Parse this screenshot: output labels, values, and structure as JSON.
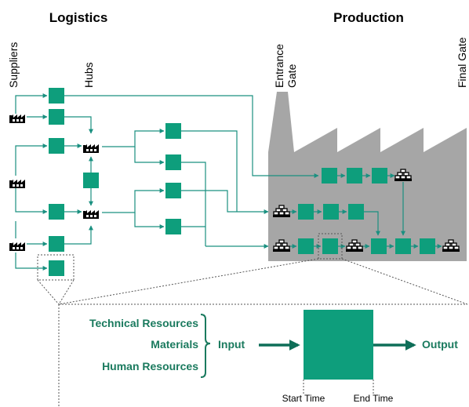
{
  "headings": {
    "logistics": "Logistics",
    "production": "Production"
  },
  "labels": {
    "suppliers": "Suppliers",
    "hubs": "Hubs",
    "entrance_gate_line1": "Entrance",
    "entrance_gate_line2": "Gate",
    "final_gate": "Final Gate"
  },
  "detail": {
    "resources": [
      "Technical Resources",
      "Materials",
      "Human Resources"
    ],
    "input": "Input",
    "output": "Output",
    "start_time": "Start Time",
    "end_time": "End Time"
  },
  "icons": {
    "supplier_factory": "factory-icon",
    "hub_factory": "factory-icon",
    "stock_pile": "stock-pile-icon"
  },
  "colors": {
    "process_green": "#0e9e7c",
    "arrow_teal": "#1a9080",
    "detail_text": "#1a7a5e",
    "factory_gray": "#a6a6a6"
  }
}
